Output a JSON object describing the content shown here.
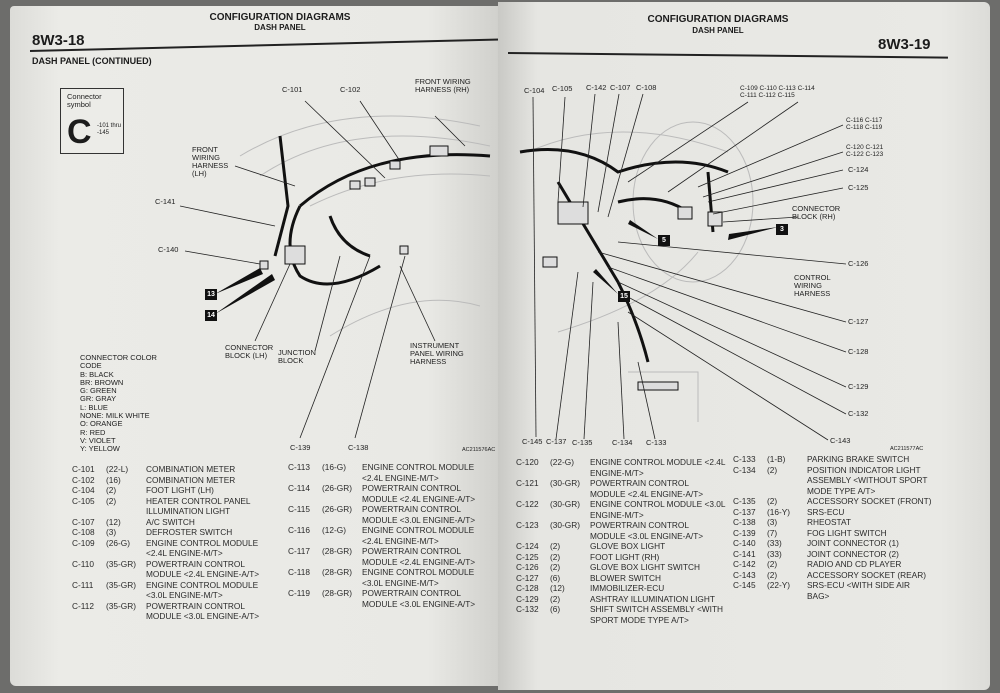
{
  "left_page": {
    "header": {
      "title": "CONFIGURATION DIAGRAMS",
      "subtitle": "DASH PANEL",
      "page_number": "8W3-18"
    },
    "section_title": "DASH PANEL (CONTINUED)",
    "connector_symbol": {
      "label": "Connector symbol",
      "letter": "C",
      "range": "-101 thru -145"
    },
    "diagram_labels": {
      "c101": "C-101",
      "c102": "C-102",
      "fwh_rh": "FRONT WIRING HARNESS (RH)",
      "fwh_lh": "FRONT WIRING HARNESS (LH)",
      "c141": "C-141",
      "c140": "C-140",
      "cb_lh": "CONNECTOR BLOCK (LH)",
      "jb": "JUNCTION BLOCK",
      "ipwh": "INSTRUMENT PANEL WIRING HARNESS",
      "c139": "C-139",
      "c138": "C-138",
      "ref": "AC211576AC",
      "tag13": "13",
      "tag14": "14"
    },
    "color_code": {
      "title": "CONNECTOR COLOR CODE",
      "items": [
        "B: BLACK",
        "BR: BROWN",
        "G: GREEN",
        "GR: GRAY",
        "L: BLUE",
        "NONE: MILK WHITE",
        "O: ORANGE",
        "R: RED",
        "V: VIOLET",
        "Y: YELLOW"
      ]
    },
    "table_col1": [
      {
        "c": "C-101",
        "s": "(22-L)",
        "d": "COMBINATION METER"
      },
      {
        "c": "C-102",
        "s": "(16)",
        "d": "COMBINATION METER"
      },
      {
        "c": "C-104",
        "s": "(2)",
        "d": "FOOT LIGHT (LH)"
      },
      {
        "c": "C-105",
        "s": "(2)",
        "d": "HEATER CONTROL PANEL ILLUMINATION LIGHT"
      },
      {
        "c": "C-107",
        "s": "(12)",
        "d": "A/C SWITCH"
      },
      {
        "c": "C-108",
        "s": "(3)",
        "d": "DEFROSTER SWITCH"
      },
      {
        "c": "C-109",
        "s": "(26-G)",
        "d": "ENGINE CONTROL MODULE <2.4L ENGINE-M/T>"
      },
      {
        "c": "C-110",
        "s": "(35-GR)",
        "d": "POWERTRAIN CONTROL MODULE <2.4L ENGINE-A/T>"
      },
      {
        "c": "C-111",
        "s": "(35-GR)",
        "d": "ENGINE CONTROL MODULE <3.0L ENGINE-M/T>"
      },
      {
        "c": "C-112",
        "s": "(35-GR)",
        "d": "POWERTRAIN CONTROL MODULE <3.0L ENGINE-A/T>"
      }
    ],
    "table_col2": [
      {
        "c": "C-113",
        "s": "(16-G)",
        "d": "ENGINE CONTROL MODULE <2.4L ENGINE-M/T>"
      },
      {
        "c": "C-114",
        "s": "(26-GR)",
        "d": "POWERTRAIN CONTROL MODULE <2.4L ENGINE-A/T>"
      },
      {
        "c": "C-115",
        "s": "(26-GR)",
        "d": "POWERTRAIN CONTROL MODULE <3.0L ENGINE-A/T>"
      },
      {
        "c": "C-116",
        "s": "(12-G)",
        "d": "ENGINE CONTROL MODULE <2.4L ENGINE-M/T>"
      },
      {
        "c": "C-117",
        "s": "(28-GR)",
        "d": "POWERTRAIN CONTROL MODULE <2.4L ENGINE-A/T>"
      },
      {
        "c": "C-118",
        "s": "(28-GR)",
        "d": "ENGINE CONTROL MODULE <3.0L ENGINE-M/T>"
      },
      {
        "c": "C-119",
        "s": "(28-GR)",
        "d": "POWERTRAIN CONTROL MODULE <3.0L ENGINE-A/T>"
      }
    ]
  },
  "right_page": {
    "header": {
      "title": "CONFIGURATION DIAGRAMS",
      "subtitle": "DASH PANEL",
      "page_number": "8W3-19"
    },
    "diagram_labels": {
      "c104": "C-104",
      "c105": "C-105",
      "c142": "C-142",
      "c107": "C-107",
      "c108": "C-108",
      "grp1a": "C-109 C-110 C-113 C-114",
      "grp1b": "C-111 C-112 C-115",
      "grp2a": "C-116 C-117",
      "grp2b": "C-118 C-119",
      "grp3a": "C-120 C-121",
      "grp3b": "C-122 C-123",
      "c124": "C-124",
      "c125": "C-125",
      "cb_rh": "CONNECTOR BLOCK (RH)",
      "c126": "C-126",
      "cwh": "CONTROL WIRING HARNESS",
      "c127": "C-127",
      "c128": "C-128",
      "c129": "C-129",
      "c132": "C-132",
      "c143": "C-143",
      "c145": "C-145",
      "c137": "C-137",
      "c135": "C-135",
      "c134": "C-134",
      "c133": "C-133",
      "ref": "AC211577AC",
      "tag3": "3",
      "tag5": "5",
      "tag15": "15"
    },
    "table_col1": [
      {
        "c": "C-120",
        "s": "(22-G)",
        "d": "ENGINE CONTROL MODULE <2.4L ENGINE-M/T>"
      },
      {
        "c": "C-121",
        "s": "(30-GR)",
        "d": "POWERTRAIN CONTROL MODULE <2.4L ENGINE-A/T>"
      },
      {
        "c": "C-122",
        "s": "(30-GR)",
        "d": "ENGINE CONTROL MODULE <3.0L ENGINE-M/T>"
      },
      {
        "c": "C-123",
        "s": "(30-GR)",
        "d": "POWERTRAIN CONTROL MODULE <3.0L ENGINE-A/T>"
      },
      {
        "c": "C-124",
        "s": "(2)",
        "d": "GLOVE BOX LIGHT"
      },
      {
        "c": "C-125",
        "s": "(2)",
        "d": "FOOT LIGHT (RH)"
      },
      {
        "c": "C-126",
        "s": "(2)",
        "d": "GLOVE BOX LIGHT SWITCH"
      },
      {
        "c": "C-127",
        "s": "(6)",
        "d": "BLOWER SWITCH"
      },
      {
        "c": "C-128",
        "s": "(12)",
        "d": "IMMOBILIZER-ECU"
      },
      {
        "c": "C-129",
        "s": "(2)",
        "d": "ASHTRAY ILLUMINATION LIGHT"
      },
      {
        "c": "C-132",
        "s": "(6)",
        "d": "SHIFT SWITCH ASSEMBLY <WITH SPORT MODE TYPE A/T>"
      }
    ],
    "table_col2": [
      {
        "c": "C-133",
        "s": "(1-B)",
        "d": "PARKING BRAKE SWITCH"
      },
      {
        "c": "C-134",
        "s": "(2)",
        "d": "POSITION INDICATOR LIGHT ASSEMBLY <WITHOUT SPORT MODE TYPE A/T>"
      },
      {
        "c": "C-135",
        "s": "(2)",
        "d": "ACCESSORY SOCKET (FRONT)"
      },
      {
        "c": "C-137",
        "s": "(16-Y)",
        "d": "SRS-ECU"
      },
      {
        "c": "C-138",
        "s": "(3)",
        "d": "RHEOSTAT"
      },
      {
        "c": "C-139",
        "s": "(7)",
        "d": "FOG LIGHT SWITCH"
      },
      {
        "c": "C-140",
        "s": "(33)",
        "d": "JOINT CONNECTOR (1)"
      },
      {
        "c": "C-141",
        "s": "(33)",
        "d": "JOINT CONNECTOR (2)"
      },
      {
        "c": "C-142",
        "s": "(2)",
        "d": "RADIO AND CD PLAYER"
      },
      {
        "c": "C-143",
        "s": "(2)",
        "d": "ACCESSORY SOCKET (REAR)"
      },
      {
        "c": "C-145",
        "s": "(22-Y)",
        "d": "SRS-ECU <WITH SIDE AIR BAG>"
      }
    ]
  }
}
